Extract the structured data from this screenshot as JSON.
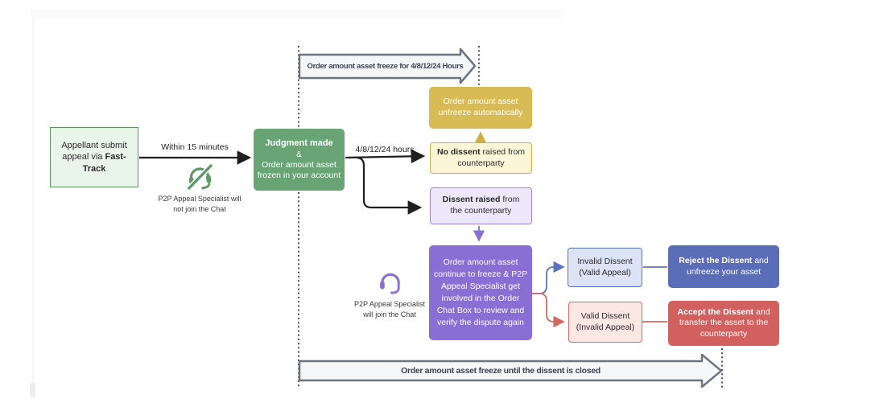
{
  "flow": {
    "appellant": {
      "line1": "Appellant submit",
      "line2_pre": "appeal via ",
      "line2_bold": "Fast-Track"
    },
    "within_label": "Within 15 minutes",
    "no_join_caption": {
      "line1": "P2P Appeal Specialist",
      "line2": "will not join the Chat"
    },
    "judgment": {
      "bold": "Judgment made",
      "amp": "&",
      "rest": "Order amount asset frozen in your account"
    },
    "hours_label": "4/8/12/24 hours",
    "banner_top": "Order amount asset freeze for 4/8/12/24 Hours",
    "unfreeze": "Order amount asset unfreeze automatically",
    "no_dissent": {
      "bold": "No dissent",
      "rest": " raised from counterparty"
    },
    "dissent": {
      "bold": "Dissent raised",
      "rest": " from the counterparty"
    },
    "continue_box": "Order amount asset continue to freeze & P2P Appeal Specialist get involved in the Order Chat Box to review and verify the dispute again",
    "join_caption": {
      "line1": "P2P Appeal Specialist",
      "line2": "will join the Chat"
    },
    "invalid_dissent": {
      "line1": "Invalid Dissent",
      "line2": "(Valid Appeal)"
    },
    "reject": {
      "bold": "Reject the Dissent",
      "rest": " and unfreeze your asset"
    },
    "valid_dissent": {
      "line1": "Valid Dissent",
      "line2": "(Invalid Appeal)"
    },
    "accept": {
      "bold": "Accept the Dissent",
      "rest": " and transfer the asset to the counterparty"
    },
    "banner_bottom": "Order amount asset freeze until the dissent is closed"
  },
  "icons": {
    "no_join": "headset-slash-icon",
    "join": "headset-icon"
  },
  "colors": {
    "green_border": "#57975f",
    "green_fill_light": "#e9f5ea",
    "green_fill": "#68a475",
    "gold": "#d0ae45",
    "gold_fill": "#d8bb55",
    "gold_fill_light": "#fdf5d8",
    "purple": "#8b6ed4",
    "purple_fill_light": "#eee7fb",
    "blue": "#5c74bd",
    "blue_fill": "#5b6cb8",
    "blue_fill_light": "#dce3f5",
    "red": "#d4695e",
    "red_fill": "#d2605e",
    "red_fill_light": "#fbe7e4",
    "banner_stroke": "#6d7585",
    "banner_fill": "#f5f6f8",
    "line_black": "#1f1f1f"
  }
}
